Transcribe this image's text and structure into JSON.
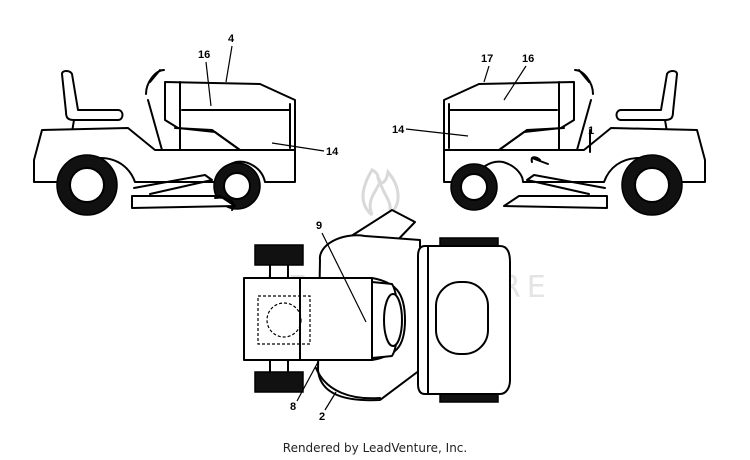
{
  "watermark": {
    "text": "LEADVENTURE"
  },
  "callouts": {
    "left_tractor": {
      "hood_top": "4",
      "hood_side": "16",
      "side_panel": "14"
    },
    "right_tractor": {
      "hood_top": "17",
      "hood_side": "16",
      "side_panel": "14",
      "rear": "1"
    },
    "top_view": {
      "hood_top": "9",
      "steering_area": "8",
      "deck": "2"
    }
  },
  "footer": {
    "text": "Rendered by LeadVenture, Inc."
  }
}
